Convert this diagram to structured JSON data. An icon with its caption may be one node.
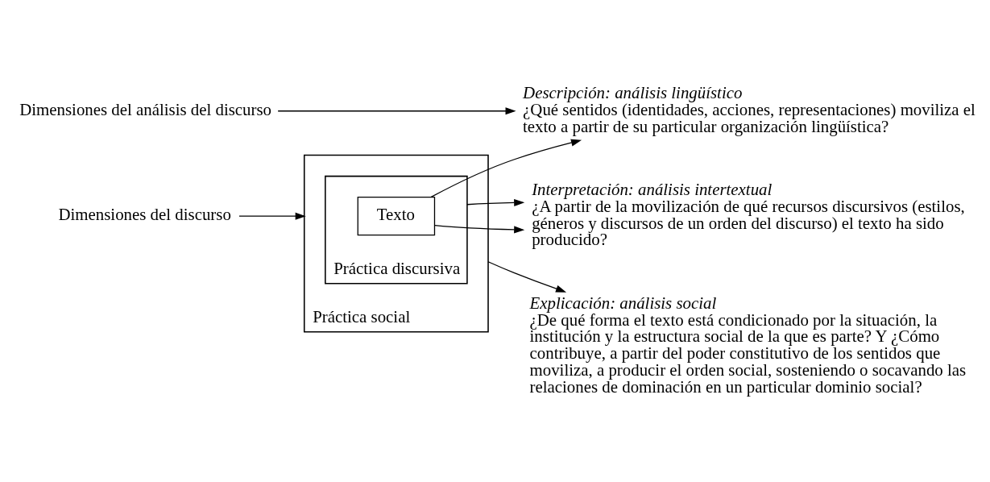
{
  "diagram": {
    "nodes": [
      {
        "text": [
          "Dimensiones del discurso"
        ]
      },
      {
        "text": [
          "Práctica social"
        ]
      },
      {
        "text": [
          "Práctica discursiva"
        ],
        "in": 1
      },
      {
        "text": [
          "Texto"
        ],
        "in": 2
      },
      {
        "text": [
          "Dimensiones del análisis del discurso"
        ]
      },
      {
        "text": [
          "Descripción: análisis lingüístico",
          "¿Qué sentidos (identidades, acciones, representaciones) moviliza el texto a partir de su particular organización lingüística?"
        ]
      },
      {
        "text": [
          "Interpretación: análisis intertextual",
          "¿A partir de la movilización de qué recursos discursivos (estilos, géneros y discursos de un orden del discurso) el texto ha sido producido?"
        ]
      },
      {
        "text": [
          "Explicación: análisis social",
          "¿De qué forma el texto está condicionado por la situación, la institución y la estructura social de la que es parte? Y ¿Cómo contribuye, a partir del poder constitutivo de los sentidos que moviliza, a producir el orden social, sosteniendo o socavando las relaciones de dominación en un particular dominio social?"
        ]
      }
    ],
    "edges": [
      {
        "from": 0,
        "to": 1,
        "arrow": "to"
      },
      {
        "from": 4,
        "to": 5,
        "arrow": "to"
      },
      {
        "from": 3,
        "to": 5,
        "arrow": "to"
      },
      {
        "from": 3,
        "to": 6,
        "arrow": "to"
      },
      {
        "from": 2,
        "to": 6,
        "arrow": "to"
      },
      {
        "from": 1,
        "to": 7,
        "arrow": "to"
      }
    ]
  }
}
